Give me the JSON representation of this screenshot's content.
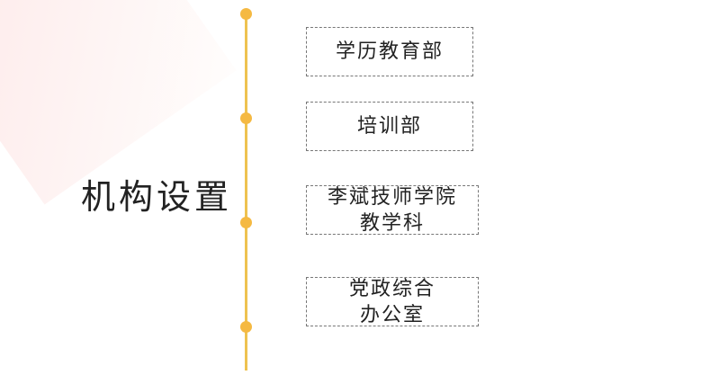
{
  "title": "机构设置",
  "accent_color": "#f5b942",
  "departments": [
    {
      "label": "学历教育部"
    },
    {
      "label": "培训部"
    },
    {
      "label": "李斌技师学院\n教学科"
    },
    {
      "label": "党政综合\n办公室"
    }
  ]
}
